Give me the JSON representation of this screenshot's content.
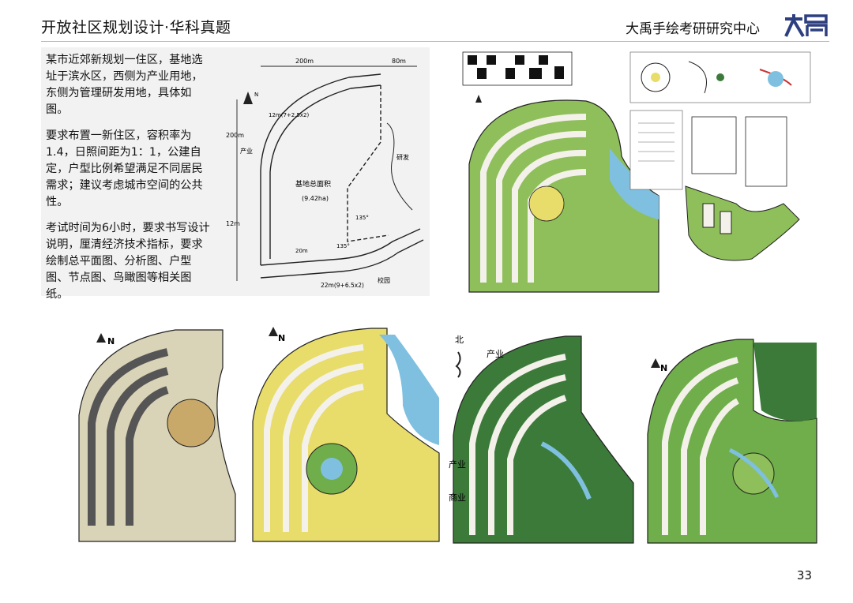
{
  "header": {
    "title": "开放社区规划设计·华科真题",
    "brand": "大禹手绘考研研究中心"
  },
  "description": {
    "paragraphs": [
      "某市近郊新规划一住区，基地选址于滨水区，西侧为产业用地，东侧为管理研发用地，具体如图。",
      "要求布置一新住区，容积率为1.4，日照间距为1：1，公建自定，户型比例希望满足不同居民需求；建议考虑城市空间的公共性。",
      "考试时间为6小时，要求书写设计说明，厘清经济技术指标，要求绘制总平面图、分析图、户型图、节点图、鸟瞰图等相关图纸。"
    ]
  },
  "site_sketch": {
    "dim_top": "200m",
    "dim_top_right": "80m",
    "dim_left": "200m",
    "dim_left_lower": "12m",
    "road_label": "12m(7+2.5x2)",
    "area_label": "基地总面积",
    "area_value": "(9.42ha)",
    "west_label": "产业",
    "east_label": "研发",
    "bottom_dim": "22m(9+6.5x2)",
    "campus_label": "校园",
    "angle_1": "135°",
    "angle_2": "135°",
    "width_label": "20m",
    "north": "N"
  },
  "plans": {
    "north_label": "N",
    "chan_ye": "产业",
    "shang_ye": "商业",
    "bei": "北"
  },
  "footer": {
    "page_number": "33"
  },
  "colors": {
    "building": "#f3f1ea",
    "green_dark": "#3c7a3a",
    "green_light": "#9bc96a",
    "yellow": "#e8dc6a",
    "water": "#7fc0e0",
    "ink": "#1a1a1a",
    "panel": "#f2f2f2"
  }
}
